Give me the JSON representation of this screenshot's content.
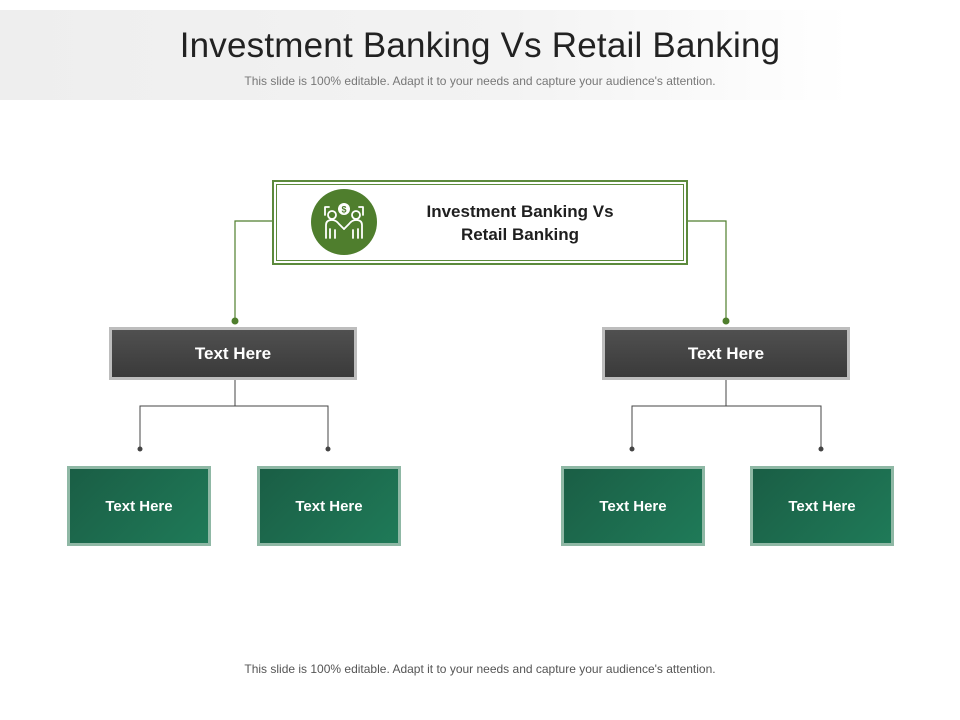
{
  "slide": {
    "title": "Investment Banking Vs Retail Banking",
    "subtitle": "This slide is 100% editable. Adapt it to your needs and capture your audience's attention.",
    "footer": "This slide is 100% editable. Adapt it to your needs and capture your audience's attention."
  },
  "diagram": {
    "root": {
      "label_line1": "Investment Banking Vs",
      "label_line2": "Retail Banking",
      "icon": "handshake-dollar-icon"
    },
    "branches": [
      {
        "label": "Text Here",
        "children": [
          "Text Here",
          "Text Here"
        ]
      },
      {
        "label": "Text Here",
        "children": [
          "Text Here",
          "Text Here"
        ]
      }
    ]
  },
  "colors": {
    "root_border": "#5c8a3c",
    "icon_circle": "#4f7e2d",
    "branch_box": "#444444",
    "leaf_box": "#1b6a4d",
    "connector": "#4f7e2d"
  }
}
